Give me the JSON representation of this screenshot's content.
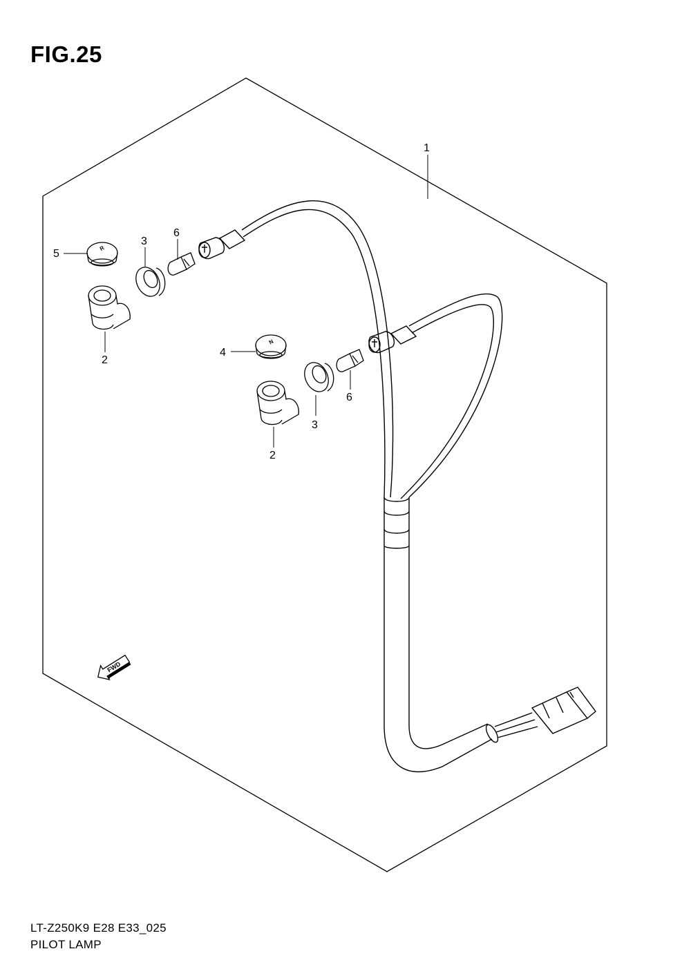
{
  "figure": {
    "title": "FIG.25"
  },
  "callouts": {
    "harness": "1",
    "socket_left": "2",
    "socket_right": "2",
    "cushion_left": "3",
    "cushion_right": "3",
    "lens_neutral": "4",
    "lens_reverse": "5",
    "bulb_left": "6",
    "bulb_right": "6"
  },
  "lens_markings": {
    "neutral": "N",
    "reverse": "R"
  },
  "direction_arrow": {
    "label": "FWD"
  },
  "footer": {
    "model_code": "LT-Z250K9 E28 E33_025",
    "section_name": "PILOT LAMP"
  }
}
